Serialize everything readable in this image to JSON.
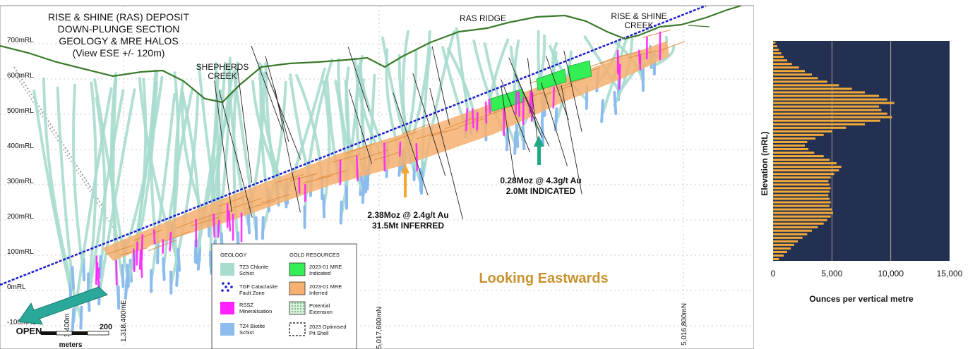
{
  "section": {
    "title_lines": [
      "RISE & SHINE (RAS) DEPOSIT",
      "DOWN-PLUNGE SECTION",
      "GEOLOGY & MRE HALOS",
      "(View ESE +/- 120m)"
    ],
    "place_labels": {
      "shepherds": [
        "SHEPHERDS",
        "CREEK"
      ],
      "ras_ridge": "RAS RIDGE",
      "rise_shine": [
        "RISE & SHINE",
        "CREEK"
      ]
    },
    "elevation_labels": [
      "700mRL",
      "600mRL",
      "500mRL",
      "400mRL",
      "300mRL",
      "200mRL",
      "100mRL",
      "0mRL",
      "-100mRL"
    ],
    "easting_labels": [
      "1,318,400mE",
      "5,017,600mN",
      "5,016,800mN"
    ],
    "partial_label": "3,400m",
    "inferred_callout": [
      "2.38Moz @ 2.4g/t Au",
      "31.5Mt INFERRED"
    ],
    "indicated_callout": [
      "0.28Moz @ 4.3g/t Au",
      "2.0Mt INDICATED"
    ],
    "looking": "Looking Eastwards",
    "open_label": "OPEN",
    "scale": {
      "start": "0",
      "end": "200",
      "unit": "meters"
    },
    "legend": {
      "geology_title": "GEOLOGY",
      "resources_title": "GOLD RESOURCES",
      "geology_items": [
        {
          "lines": [
            "TZ3 Chlorite",
            "Schist"
          ],
          "color": "#a8dccf"
        },
        {
          "lines": [
            "TGF Cataclasite",
            "Fault Zone"
          ],
          "color": "#1a1ad0"
        },
        {
          "lines": [
            "RSSZ",
            "Mineralisation"
          ],
          "color": "#ff22ff"
        },
        {
          "lines": [
            "TZ4 Biotite",
            "Schist"
          ],
          "color": "#8cbcee"
        }
      ],
      "resource_items": [
        {
          "lines": [
            "2023-01 MRE",
            "Indicated"
          ],
          "color": "#33ee55"
        },
        {
          "lines": [
            "2023-01 MRE",
            "Inferred"
          ],
          "color": "#f6b070"
        },
        {
          "lines": [
            "Potential",
            "Extension"
          ],
          "color": "#c8e8d0"
        },
        {
          "lines": [
            "2023 Optimised",
            "Pit Shell"
          ],
          "color": "#ffffff"
        }
      ]
    },
    "colors": {
      "chlorite": "#a8dccf",
      "biotite": "#8cbcee",
      "rssz": "#ff22ff",
      "inferred": "#f6b070",
      "indicated": "#33ee55",
      "fault": "#1a1ad0",
      "topo": "#3a7a2a",
      "inferred_arrow": "#f0a830",
      "indicated_arrow": "#20a888",
      "open_arrow": "#2aa89a",
      "looking": "#c8922e"
    }
  },
  "chart_data": {
    "type": "bar",
    "orientation": "horizontal",
    "xlabel": "Ounces per vertical metre",
    "ylabel": "Elevation (mRL)",
    "xlim": [
      0,
      15000
    ],
    "x_ticks": [
      "0",
      "5,000",
      "10,000",
      "15,000"
    ],
    "grid": "vertical",
    "background": "#243052",
    "bar_color": "#f0a838",
    "values": [
      500,
      900,
      1200,
      1500,
      1800,
      2100,
      2500,
      2900,
      3300,
      3800,
      4300,
      4600,
      4900,
      5100,
      5000,
      4800,
      4900,
      4800,
      4700,
      4800,
      4900,
      4800,
      4700,
      4900,
      5200,
      5600,
      5800,
      5400,
      4800,
      4300,
      3500,
      3000,
      2700,
      2900,
      3600,
      4300,
      5000,
      6200,
      7800,
      9100,
      10100,
      9700,
      9200,
      9000,
      10300,
      9700,
      9000,
      7800,
      6700,
      5600,
      4600,
      3800,
      3300,
      2700,
      2200,
      1600,
      1200,
      900,
      700,
      500,
      350,
      200
    ]
  }
}
